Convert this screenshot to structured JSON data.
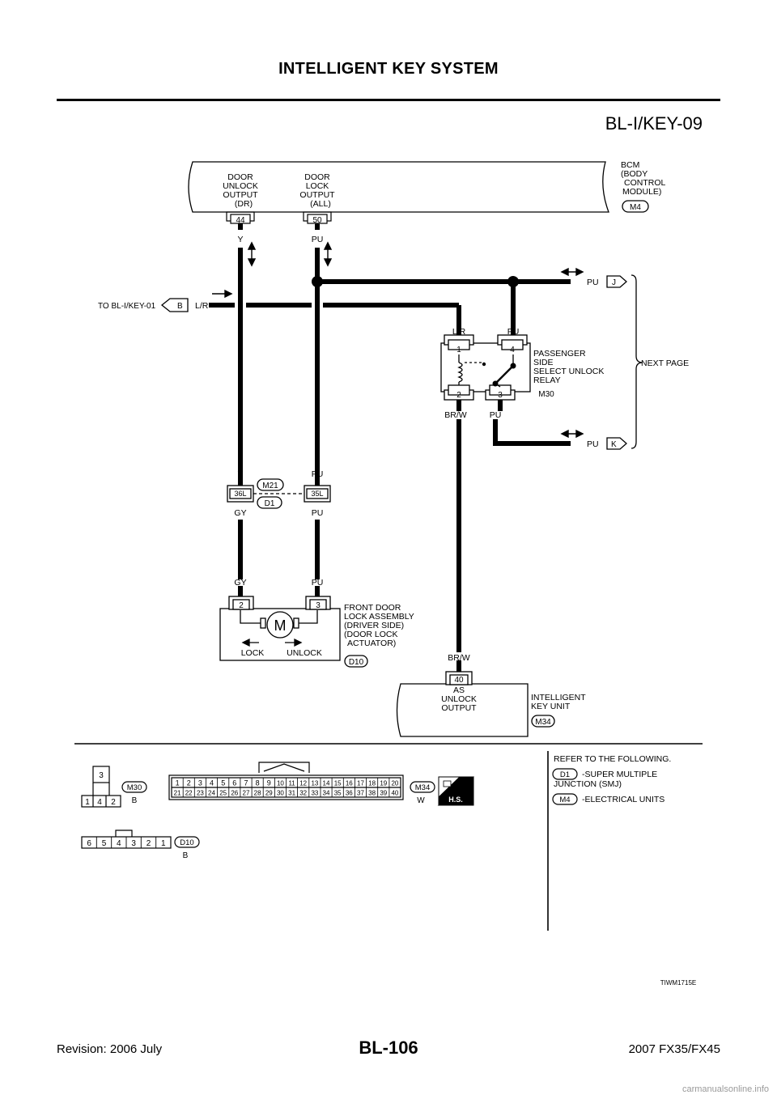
{
  "header": {
    "title": "INTELLIGENT KEY SYSTEM",
    "diagram_code": "BL-I/KEY-09"
  },
  "footer": {
    "page_number": "BL-106",
    "revision": "Revision: 2006 July",
    "model": "2007 FX35/FX45",
    "watermark": "carmanualsonline.info"
  },
  "bcm": {
    "label_1": "BCM",
    "label_2": "(BODY",
    "label_3": "CONTROL",
    "label_4": "MODULE)",
    "connector": "M4",
    "unlock_1": "DOOR",
    "unlock_2": "UNLOCK",
    "unlock_3": "OUTPUT",
    "unlock_4": "(DR)",
    "lock_1": "DOOR",
    "lock_2": "LOCK",
    "lock_3": "OUTPUT",
    "lock_4": "(ALL)",
    "pin_unlock": "44",
    "pin_lock": "50"
  },
  "wires": {
    "y": "Y",
    "pu": "PU",
    "lr": "L/R",
    "gy": "GY",
    "brw": "BR/W"
  },
  "offpage": {
    "to_text": "TO BL-I/KEY-01",
    "to_ref": "B",
    "next_page": "NEXT PAGE",
    "ref_j": "J",
    "ref_k": "K"
  },
  "relay": {
    "label_1": "PASSENGER",
    "label_2": "SIDE",
    "label_3": "SELECT UNLOCK",
    "label_4": "RELAY",
    "connector": "M30",
    "pin_1": "1",
    "pin_2": "2",
    "pin_3": "3",
    "pin_4": "4"
  },
  "joint": {
    "conn_a": "M21",
    "conn_b": "D1",
    "pin_left": "36L",
    "pin_right": "35L"
  },
  "actuator": {
    "label_1": "FRONT DOOR",
    "label_2": "LOCK ASSEMBLY",
    "label_3": "(DRIVER SIDE)",
    "label_4": "(DOOR LOCK",
    "label_5": "ACTUATOR)",
    "connector": "D10",
    "pin_2": "2",
    "pin_3": "3",
    "motor": "M",
    "lock": "LOCK",
    "unlock": "UNLOCK"
  },
  "ikey": {
    "label_1": "INTELLIGENT",
    "label_2": "KEY UNIT",
    "connector": "M34",
    "out_1": "AS",
    "out_2": "UNLOCK",
    "out_3": "OUTPUT",
    "pin": "40"
  },
  "legend": {
    "m30_color": "B",
    "m34_color": "W",
    "d10_color": "B",
    "m30_top": "3",
    "m30_bottom": [
      "1",
      "4",
      "2"
    ],
    "m34_row1": [
      "1",
      "2",
      "3",
      "4",
      "5",
      "6",
      "7",
      "8",
      "9",
      "10",
      "11",
      "12",
      "13",
      "14",
      "15",
      "16",
      "17",
      "18",
      "19",
      "20"
    ],
    "m34_row2": [
      "21",
      "22",
      "23",
      "24",
      "25",
      "26",
      "27",
      "28",
      "29",
      "30",
      "31",
      "32",
      "33",
      "34",
      "35",
      "36",
      "37",
      "38",
      "39",
      "40"
    ],
    "d10_pins": [
      "6",
      "5",
      "4",
      "3",
      "2",
      "1"
    ],
    "hs": "H.S."
  },
  "refer": {
    "title": "REFER TO THE FOLLOWING.",
    "d1_conn": "D1",
    "d1_text_1": "-SUPER MULTIPLE",
    "d1_text_2": "JUNCTION (SMJ)",
    "m4_conn": "M4",
    "m4_text": "-ELECTRICAL UNITS"
  },
  "figure_id": "TIWM1715E"
}
